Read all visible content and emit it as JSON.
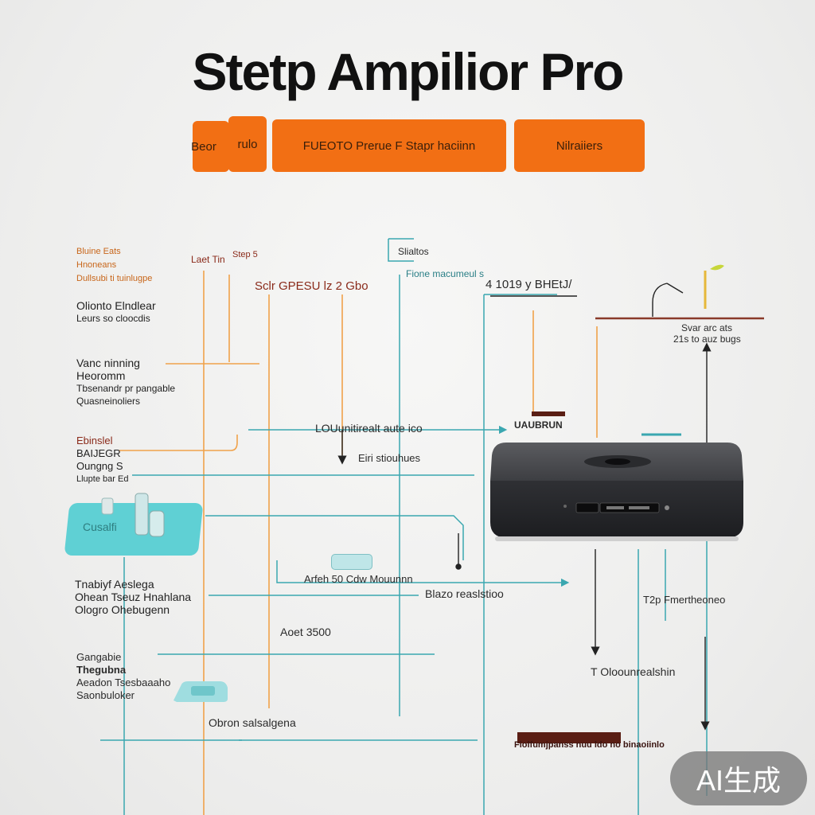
{
  "title": "Stetp Ampilior  Pro",
  "tabs": {
    "tab1": "Beor",
    "tab2": "rulo",
    "tab3": "FUEOTO Prerue F Stapr haciinn",
    "tab4": "Nilraiiers"
  },
  "left_labels": {
    "g1": [
      "Bluine Eats",
      "Hnoneans",
      "Dullsubi ti tuinlugpe",
      "Olionto Elndlear",
      "Leurs so cloocdis"
    ],
    "g2": [
      "Vanc ninning",
      "Heoromm",
      "Tbsenandr pr pangable",
      "Quasneinoliers"
    ],
    "g3": [
      "Ebinslel",
      "BAIJEGR",
      "Oungng S",
      "Llupte bar Ed"
    ],
    "g4": [
      "Tnabiyf Aeslega",
      "Ohean Tseuz Hnahlana",
      "Ologro Ohebugenn"
    ],
    "g5": [
      "Gangabie",
      "Thegubna",
      "Aeadon Tsesbaaaho",
      "Saonbuloker"
    ]
  },
  "mid_labels": {
    "last": "Laet Tin",
    "step": "Step 5",
    "gbo": "Sclr GPESU lz 2 Gbo",
    "sliaitos": "Slialtos",
    "fione": "Fione macumeul s",
    "hmod": "4 1019 y BHEtJ/",
    "lodu": "LOUunitirealt aute ico",
    "eiri": "Eiri stiouhues",
    "uwrun": "UAUBRUN",
    "svarc": "Svar arc ats",
    "bugs": "21s to auz bugs",
    "arfeh": "Arfeh 50 Cdw Mouunnn",
    "blazo": "Blazo reaslstioo",
    "aoet": "Aoet 3500",
    "tbarn": "T2p Fmertheoneo",
    "oloun": "T Oloounrealshin",
    "obron": "Obron salsalgena",
    "fold": "Fiolfumjpanss nuu ldo no binaoiinlo"
  },
  "module": {
    "label": "Cusalfi"
  },
  "badge": "AI生成",
  "colors": {
    "orange": "#f26f14",
    "teal": "#3aa7b0",
    "device": "#2c2d30"
  }
}
